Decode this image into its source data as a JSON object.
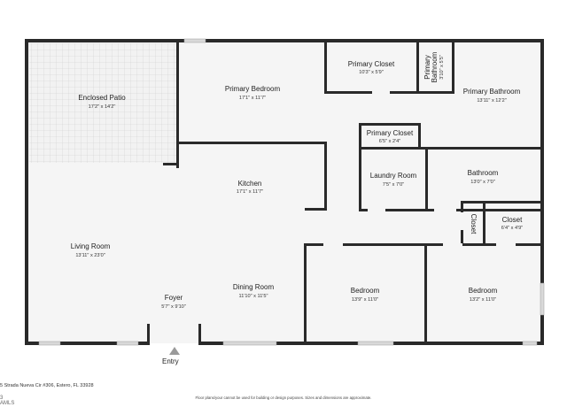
{
  "rooms": {
    "enclosed_patio": {
      "name": "Enclosed Patio",
      "dim": "17'2\" x 14'2\""
    },
    "primary_bedroom": {
      "name": "Primary Bedroom",
      "dim": "17'1\" x 11'7\""
    },
    "primary_closet_1": {
      "name": "Primary Closet",
      "dim": "10'3\" x 5'9\""
    },
    "primary_bathroom_small": {
      "name1": "Primary",
      "name2": "Bathroom",
      "dim": "3'10\" x 5'5\""
    },
    "primary_bathroom": {
      "name": "Primary Bathroom",
      "dim": "13'11\" x 12'2\""
    },
    "primary_closet_2": {
      "name": "Primary Closet",
      "dim": "6'5\" x 2'4\""
    },
    "laundry_room": {
      "name": "Laundry Room",
      "dim": "7'5\" x 7'0\""
    },
    "bathroom": {
      "name": "Bathroom",
      "dim": "13'0\" x 7'0\""
    },
    "kitchen": {
      "name": "Kitchen",
      "dim": "17'1\" x 11'7\""
    },
    "closet_small": {
      "name": "Closet"
    },
    "closet": {
      "name": "Closet",
      "dim": "6'4\" x 4'9\""
    },
    "living_room": {
      "name": "Living Room",
      "dim": "13'11\" x 23'0\""
    },
    "foyer": {
      "name": "Foyer",
      "dim": "5'7\" x 9'10\""
    },
    "dining_room": {
      "name": "Dining Room",
      "dim": "11'10\" x 11'5\""
    },
    "bedroom_1": {
      "name": "Bedroom",
      "dim": "13'9\" x 11'0\""
    },
    "bedroom_2": {
      "name": "Bedroom",
      "dim": "13'2\" x 11'0\""
    }
  },
  "entry_label": "Entry",
  "address": "5 Strada Nueva Cir #306, Estero, FL 33928",
  "disclaimer": "Floor plans/your cannot be used for building or design purposes. Sizes and dimensions are approximate.",
  "mls_logo": "3\nAMLS",
  "colors": {
    "wall": "#2a2a2a",
    "floor": "#f5f5f5",
    "patio_grid": "#cfcfcf"
  }
}
